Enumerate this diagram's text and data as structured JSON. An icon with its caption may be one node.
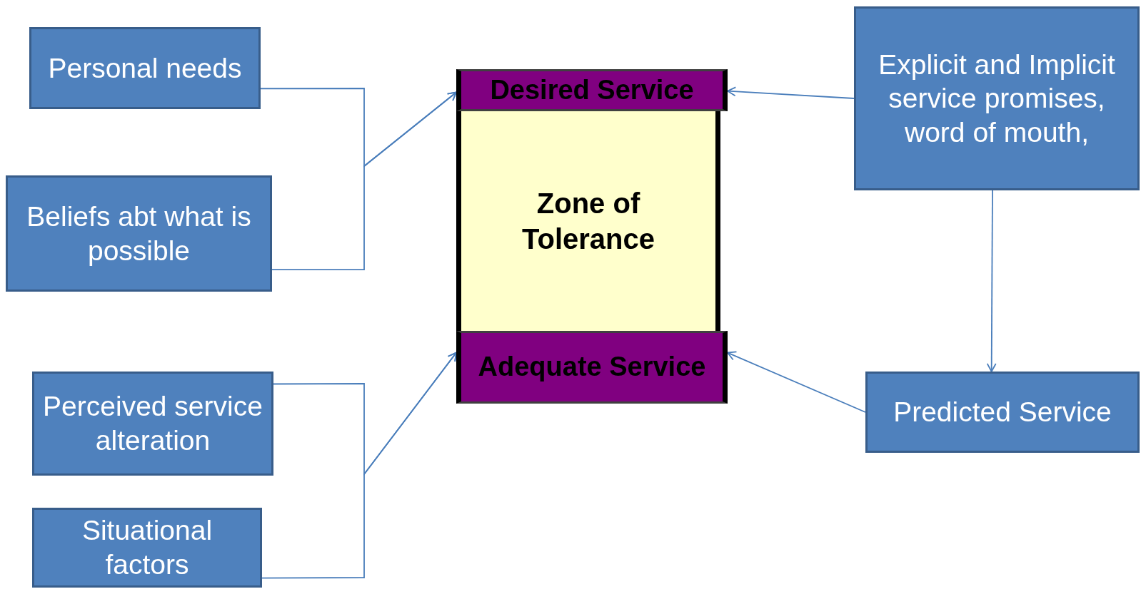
{
  "diagram": {
    "nodes": [
      {
        "text": [
          "Personal needs"
        ]
      },
      {
        "text": [
          "Beliefs abt what is possible"
        ]
      },
      {
        "text": [
          "Perceived service alteration"
        ]
      },
      {
        "text": [
          "Situational factors"
        ]
      },
      {
        "text": [
          "Desired Service"
        ]
      },
      {
        "text": [
          "Zone of Tolerance"
        ]
      },
      {
        "text": [
          "Adequate Service"
        ]
      },
      {
        "text": [
          "Explicit and Implicit service promises, word of mouth,"
        ]
      },
      {
        "text": [
          "Predicted Service"
        ]
      }
    ],
    "edges": [
      {
        "from": 0,
        "to": 4,
        "arrow": "to"
      },
      {
        "from": 1,
        "to": 4,
        "arrow": "to"
      },
      {
        "from": 2,
        "to": 6,
        "arrow": "to"
      },
      {
        "from": 3,
        "to": 6,
        "arrow": "to"
      },
      {
        "from": 7,
        "to": 4,
        "arrow": "to"
      },
      {
        "from": 8,
        "to": 6,
        "arrow": "to"
      },
      {
        "from": 7,
        "to": 8,
        "arrow": "to"
      }
    ]
  }
}
